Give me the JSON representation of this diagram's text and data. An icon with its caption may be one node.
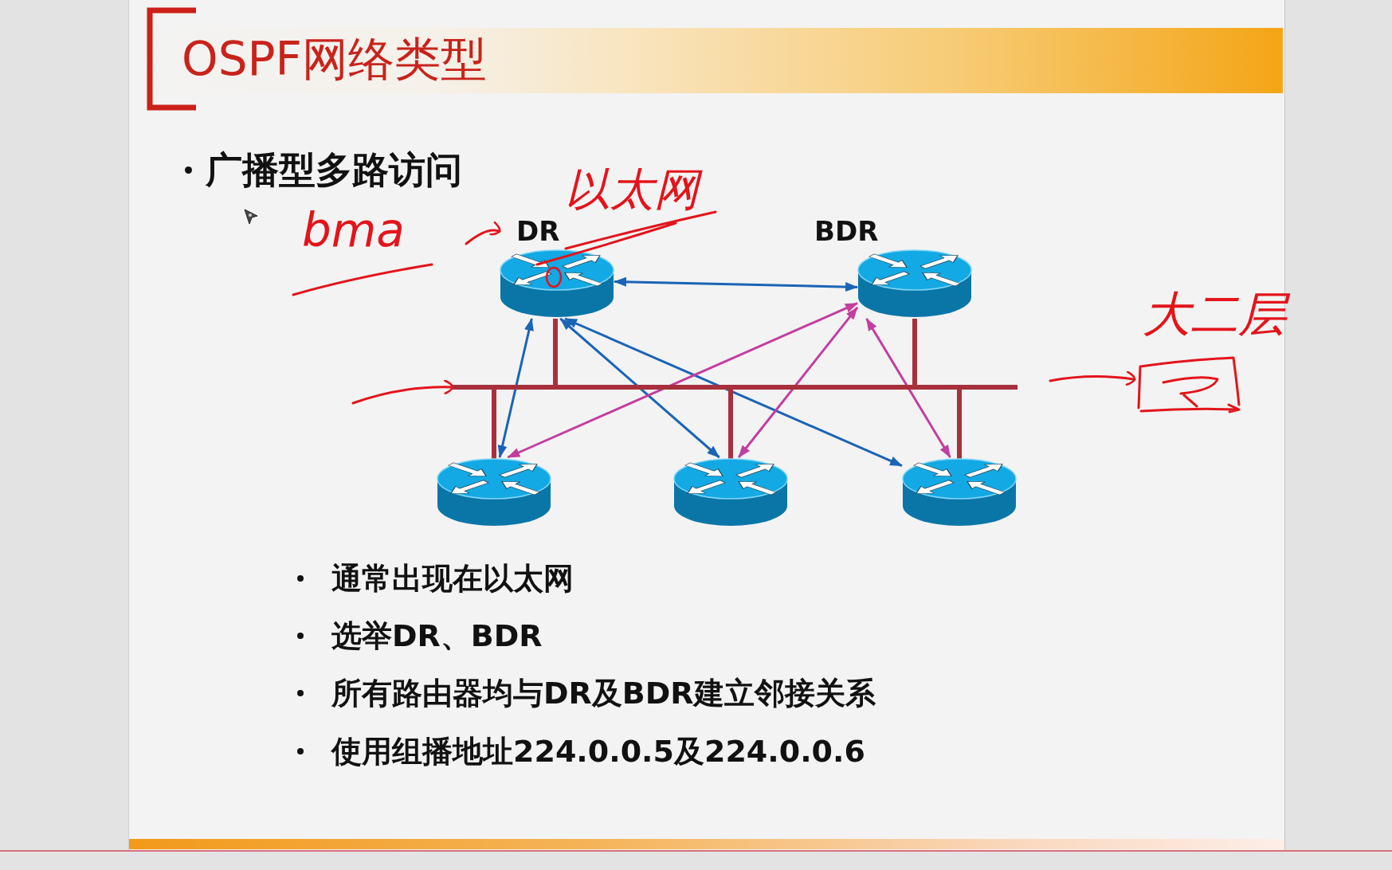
{
  "diagram": {
    "title": "OSPF网络类型",
    "nodes": [
      {
        "text": [
          "DR"
        ]
      },
      {
        "text": [
          "BDR"
        ]
      },
      {
        "text": [
          "大二层"
        ]
      },
      {
        "text": [],
        "shape": "bar"
      },
      {
        "text": [],
        "shape": "cylinder"
      },
      {
        "text": [],
        "shape": "cylinder"
      },
      {
        "text": [],
        "shape": "cylinder"
      }
    ],
    "edges": [
      {
        "from": 0,
        "to": 1,
        "arrow": "both",
        "color": "#1a64b6"
      },
      {
        "from": 0,
        "to": 4,
        "arrow": "both",
        "color": "#1a64b6"
      },
      {
        "from": 0,
        "to": 5,
        "arrow": "both",
        "color": "#1a64b6"
      },
      {
        "from": 0,
        "to": 6,
        "arrow": "both",
        "color": "#1a64b6"
      },
      {
        "from": 1,
        "to": 4,
        "arrow": "both",
        "color": "#c23ea0"
      },
      {
        "from": 1,
        "to": 5,
        "arrow": "both",
        "color": "#c23ea0"
      },
      {
        "from": 1,
        "to": 6,
        "arrow": "both",
        "color": "#c23ea0"
      },
      {
        "from": 0,
        "to": 3,
        "arrow": "none",
        "style": "thick"
      },
      {
        "from": 1,
        "to": 3,
        "arrow": "none",
        "style": "thick"
      },
      {
        "from": 4,
        "to": 3,
        "arrow": "none",
        "style": "thick"
      },
      {
        "from": 5,
        "to": 3,
        "arrow": "none",
        "style": "thick"
      },
      {
        "from": 6,
        "to": 3,
        "arrow": "none",
        "style": "thick"
      },
      {
        "from": null,
        "to": 3,
        "arrow": "to",
        "color": "#e3141b"
      },
      {
        "from": null,
        "to": 2,
        "arrow": "to",
        "color": "#e3141b"
      },
      {
        "from": null,
        "to": 0,
        "arrow": "to",
        "color": "#e3141b"
      }
    ],
    "labels": [
      "广播型多路访问",
      "以太网",
      "bma",
      "通常出现在以太网",
      "选举DR、BDR",
      "所有路由器均与DR及BDR建立邻接关系",
      "使用组播地址224.0.0.5及224.0.0.6"
    ]
  }
}
